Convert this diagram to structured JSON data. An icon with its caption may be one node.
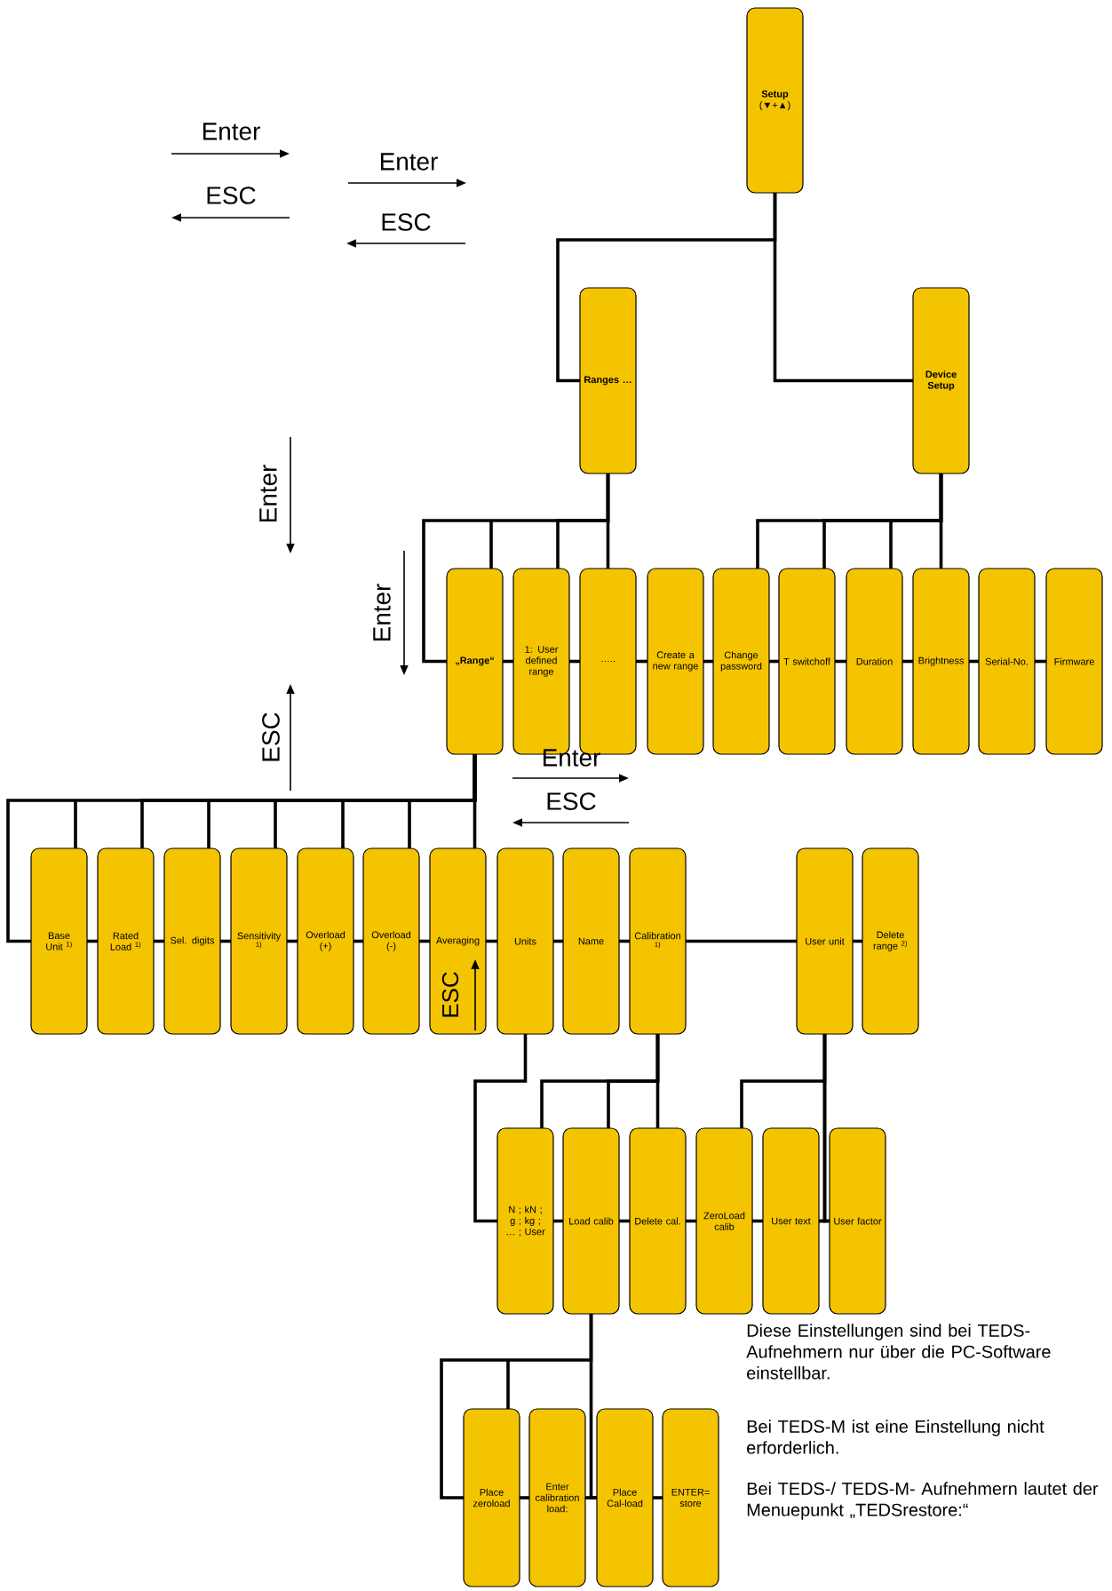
{
  "diagram": {
    "nodes": [
      {
        "text": [
          "Setup",
          "(▼+▲)"
        ]
      },
      {
        "text": [
          "Ranges …"
        ]
      },
      {
        "text": [
          "Device Setup"
        ]
      },
      {
        "text": [
          "„Range“"
        ]
      },
      {
        "text": [
          "1: User defined range"
        ]
      },
      {
        "text": [
          "….."
        ]
      },
      {
        "text": [
          "Create a new range"
        ]
      },
      {
        "text": [
          "Change password"
        ]
      },
      {
        "text": [
          "T switchoff"
        ]
      },
      {
        "text": [
          "Duration"
        ]
      },
      {
        "text": [
          "Brightness"
        ]
      },
      {
        "text": [
          "Serial-No."
        ]
      },
      {
        "text": [
          "Firmware"
        ]
      },
      {
        "text": [
          "Base Unit $^{1)}$"
        ]
      },
      {
        "text": [
          "Rated Load $^{1)}$"
        ]
      },
      {
        "text": [
          "Sel. digits"
        ]
      },
      {
        "text": [
          "Sensitivity $^{1)}$"
        ]
      },
      {
        "text": [
          "Overload (+)"
        ]
      },
      {
        "text": [
          "Overload (-)"
        ]
      },
      {
        "text": [
          "Averaging"
        ]
      },
      {
        "text": [
          "Units"
        ]
      },
      {
        "text": [
          "Name"
        ]
      },
      {
        "text": [
          "Calibration $^{1)}$"
        ]
      },
      {
        "text": [
          "User unit"
        ]
      },
      {
        "text": [
          "Delete range $^{2)}$"
        ]
      },
      {
        "text": [
          "N ; kN ; g ; kg ; … ; User"
        ]
      },
      {
        "text": [
          "Load calib"
        ]
      },
      {
        "text": [
          "Delete cal."
        ]
      },
      {
        "text": [
          "ZeroLoad calib"
        ]
      },
      {
        "text": [
          "User text"
        ]
      },
      {
        "text": [
          "User factor"
        ]
      },
      {
        "text": [
          "Place zeroload"
        ]
      },
      {
        "text": [
          "Enter calibration load:"
        ]
      },
      {
        "text": [
          "Place Cal-load"
        ]
      },
      {
        "text": [
          "ENTER= store"
        ]
      }
    ],
    "edges": [
      {
        "from": 0,
        "to": 1,
        "arrow": "none"
      },
      {
        "from": 0,
        "to": 2,
        "arrow": "none"
      },
      {
        "from": 1,
        "to": 3,
        "arrow": "none"
      },
      {
        "from": 1,
        "to": 4,
        "arrow": "none"
      },
      {
        "from": 1,
        "to": 5,
        "arrow": "none"
      },
      {
        "from": 2,
        "to": 7,
        "arrow": "none"
      },
      {
        "from": 2,
        "to": 8,
        "arrow": "none"
      },
      {
        "from": 2,
        "to": 9,
        "arrow": "none"
      },
      {
        "from": 2,
        "to": 10,
        "arrow": "none"
      },
      {
        "from": 3,
        "to": 4,
        "arrow": "none"
      },
      {
        "from": 4,
        "to": 5,
        "arrow": "none"
      },
      {
        "from": 5,
        "to": 6,
        "arrow": "none"
      },
      {
        "from": 6,
        "to": 7,
        "arrow": "none"
      },
      {
        "from": 7,
        "to": 8,
        "arrow": "none"
      },
      {
        "from": 8,
        "to": 9,
        "arrow": "none"
      },
      {
        "from": 9,
        "to": 10,
        "arrow": "none"
      },
      {
        "from": 10,
        "to": 11,
        "arrow": "none"
      },
      {
        "from": 11,
        "to": 12,
        "arrow": "none"
      },
      {
        "from": 3,
        "to": 13,
        "arrow": "none"
      },
      {
        "from": 3,
        "to": 14,
        "arrow": "none"
      },
      {
        "from": 3,
        "to": 15,
        "arrow": "none"
      },
      {
        "from": 3,
        "to": 16,
        "arrow": "none"
      },
      {
        "from": 3,
        "to": 17,
        "arrow": "none"
      },
      {
        "from": 3,
        "to": 18,
        "arrow": "none"
      },
      {
        "from": 3,
        "to": 19,
        "arrow": "none"
      },
      {
        "from": 13,
        "to": 14,
        "arrow": "none"
      },
      {
        "from": 14,
        "to": 15,
        "arrow": "none"
      },
      {
        "from": 15,
        "to": 16,
        "arrow": "none"
      },
      {
        "from": 16,
        "to": 17,
        "arrow": "none"
      },
      {
        "from": 17,
        "to": 18,
        "arrow": "none"
      },
      {
        "from": 18,
        "to": 19,
        "arrow": "none"
      },
      {
        "from": 19,
        "to": 20,
        "arrow": "none"
      },
      {
        "from": 20,
        "to": 21,
        "arrow": "none"
      },
      {
        "from": 21,
        "to": 22,
        "arrow": "none"
      },
      {
        "from": 22,
        "to": 23,
        "arrow": "none"
      },
      {
        "from": 23,
        "to": 24,
        "arrow": "none"
      },
      {
        "from": 20,
        "to": 25,
        "arrow": "none"
      },
      {
        "from": 22,
        "to": 25,
        "arrow": "none"
      },
      {
        "from": 22,
        "to": 26,
        "arrow": "none"
      },
      {
        "from": 22,
        "to": 27,
        "arrow": "none"
      },
      {
        "from": 23,
        "to": 28,
        "arrow": "none"
      },
      {
        "from": 23,
        "to": 29,
        "arrow": "none"
      },
      {
        "from": 23,
        "to": 30,
        "arrow": "none"
      },
      {
        "from": 25,
        "to": 26,
        "arrow": "none"
      },
      {
        "from": 26,
        "to": 27,
        "arrow": "none"
      },
      {
        "from": 27,
        "to": 28,
        "arrow": "none"
      },
      {
        "from": 28,
        "to": 29,
        "arrow": "none"
      },
      {
        "from": 29,
        "to": 30,
        "arrow": "none"
      },
      {
        "from": 26,
        "to": 31,
        "arrow": "none"
      },
      {
        "from": 26,
        "to": 33,
        "arrow": "none"
      },
      {
        "from": 31,
        "to": 32,
        "arrow": "none"
      },
      {
        "from": 32,
        "to": 33,
        "arrow": "none"
      },
      {
        "from": 33,
        "to": 34,
        "arrow": "none"
      }
    ],
    "labels": [
      "Enter",
      "ESC",
      "Enter",
      "ESC",
      "Enter",
      "Enter",
      "Enter",
      "ESC",
      "ESC",
      "ESC",
      "Diese Einstellungen sind bei TEDS- Aufnehmern nur über die PC-Software einstellbar.",
      "Bei TEDS-M ist eine Einstellung nicht erforderlich.",
      "Bei TEDS-/ TEDS-M- Aufnehmern lautet der Menuepunkt „TEDSrestore:“"
    ]
  }
}
